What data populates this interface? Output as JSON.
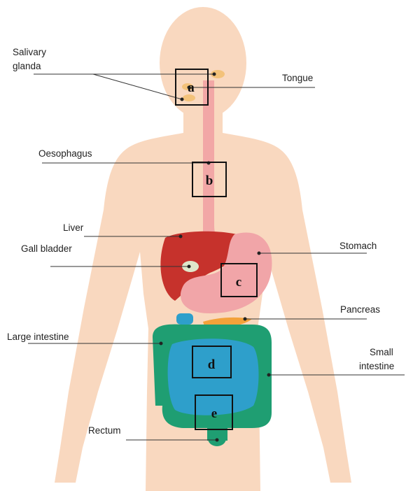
{
  "labels": {
    "salivary": [
      "Salivary",
      "glanda"
    ],
    "tongue": "Tongue",
    "oesophagus": "Oesophagus",
    "liver": "Liver",
    "gall_bladder": "Gall bladder",
    "stomach": "Stomach",
    "pancreas": "Pancreas",
    "large_intestine": "Large intestine",
    "small_intestine": [
      "Small",
      "intestine"
    ],
    "rectum": "Rectum"
  },
  "boxes": {
    "a": "a",
    "b": "b",
    "c": "c",
    "d": "d",
    "e": "e"
  },
  "colors": {
    "skin": "#f9d8bf",
    "liver": "#c6322c",
    "stomach": "#f1a5a8",
    "oesophagus": "#f2a7a6",
    "pancreas": "#f3a23a",
    "large_intestine": "#1f9e72",
    "small_intestine": "#2e9fcb",
    "gall_bladder": "#dfe7c9"
  }
}
